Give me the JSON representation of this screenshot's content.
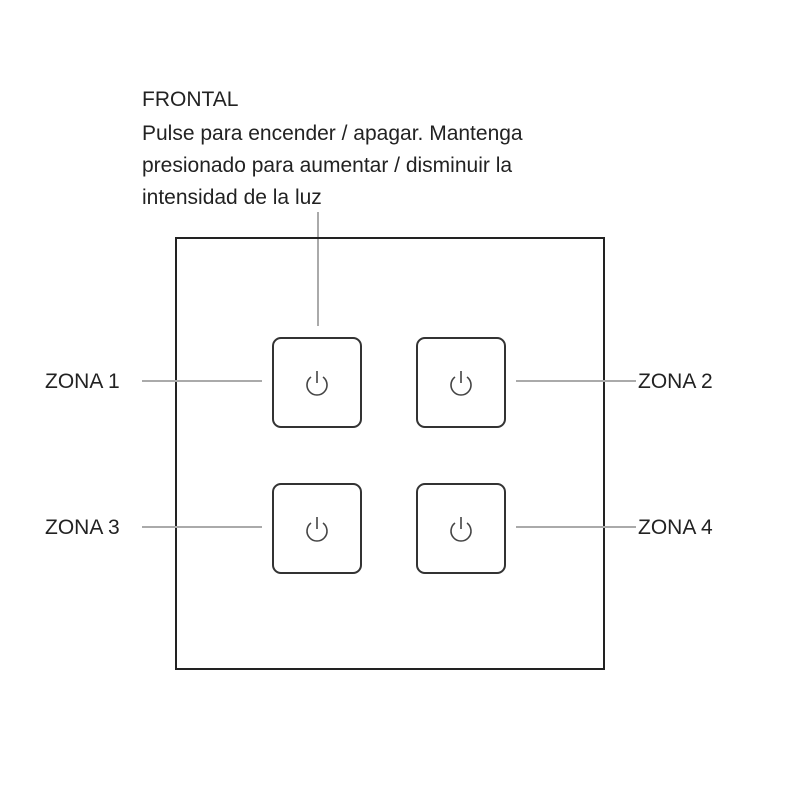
{
  "title": "FRONTAL",
  "description_lines": [
    "Pulse para encender / apagar. Mantenga",
    "presionado para aumentar / disminuir la",
    "intensidad de la luz"
  ],
  "zones": [
    {
      "label": "ZONA 1",
      "icon": "power-icon"
    },
    {
      "label": "ZONA 2",
      "icon": "power-icon"
    },
    {
      "label": "ZONA 3",
      "icon": "power-icon"
    },
    {
      "label": "ZONA 4",
      "icon": "power-icon"
    }
  ]
}
